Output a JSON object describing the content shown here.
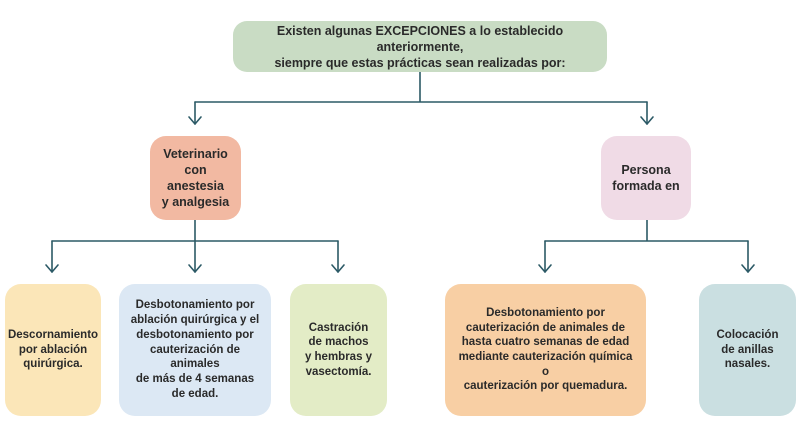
{
  "colors": {
    "connector": "#2c5a66",
    "top": "#c9dcc4",
    "vet": "#f2b9a2",
    "persona": "#f0dbe6",
    "leaf1": "#fbe6b8",
    "leaf2": "#dce8f4",
    "leaf3": "#e3ecc6",
    "leaf4": "#f8cfa4",
    "leaf5": "#cadfe1"
  },
  "top": {
    "text": "Existen algunas EXCEPCIONES a lo establecido anteriormente,\nsiempre que estas prácticas sean realizadas por:"
  },
  "vet": {
    "text": "Veterinario\ncon anestesia\ny analgesia"
  },
  "persona": {
    "text": "Persona\nformada en"
  },
  "leaves": [
    {
      "text": "Descornamiento\npor ablación\nquirúrgica."
    },
    {
      "text": "Desbotonamiento por\nablación quirúrgica y el\ndesbotonamiento por\ncauterización de animales\nde más de 4 semanas\nde edad."
    },
    {
      "text": "Castración\nde machos\ny hembras y\nvasectomía."
    },
    {
      "text": "Desbotonamiento por\ncauterización de animales de\nhasta cuatro semanas de edad\nmediante cauterización química o\ncauterización por quemadura."
    },
    {
      "text": "Colocación\nde anillas\nnasales."
    }
  ]
}
